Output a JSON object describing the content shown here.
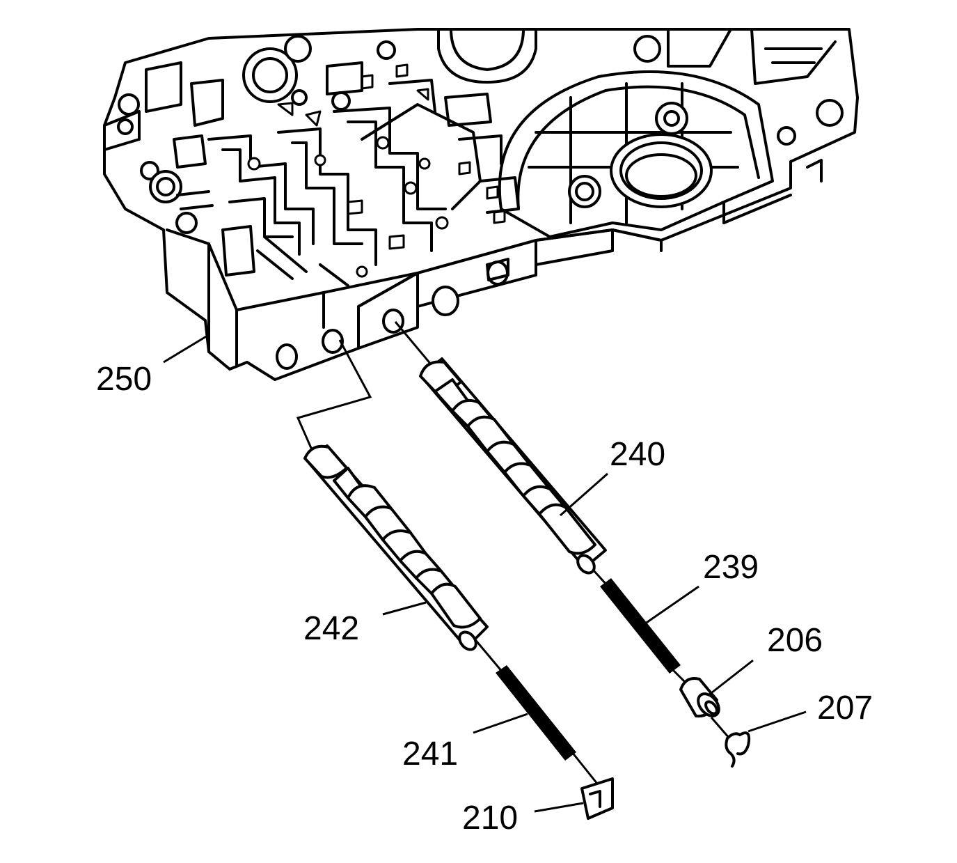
{
  "diagram": {
    "type": "exploded-parts-illustration",
    "line_color": "#000000",
    "background": "#ffffff",
    "callouts": [
      {
        "id": "250",
        "text": "250"
      },
      {
        "id": "240",
        "text": "240"
      },
      {
        "id": "239",
        "text": "239"
      },
      {
        "id": "206",
        "text": "206"
      },
      {
        "id": "207",
        "text": "207"
      },
      {
        "id": "242",
        "text": "242"
      },
      {
        "id": "241",
        "text": "241"
      },
      {
        "id": "210",
        "text": "210"
      }
    ]
  }
}
